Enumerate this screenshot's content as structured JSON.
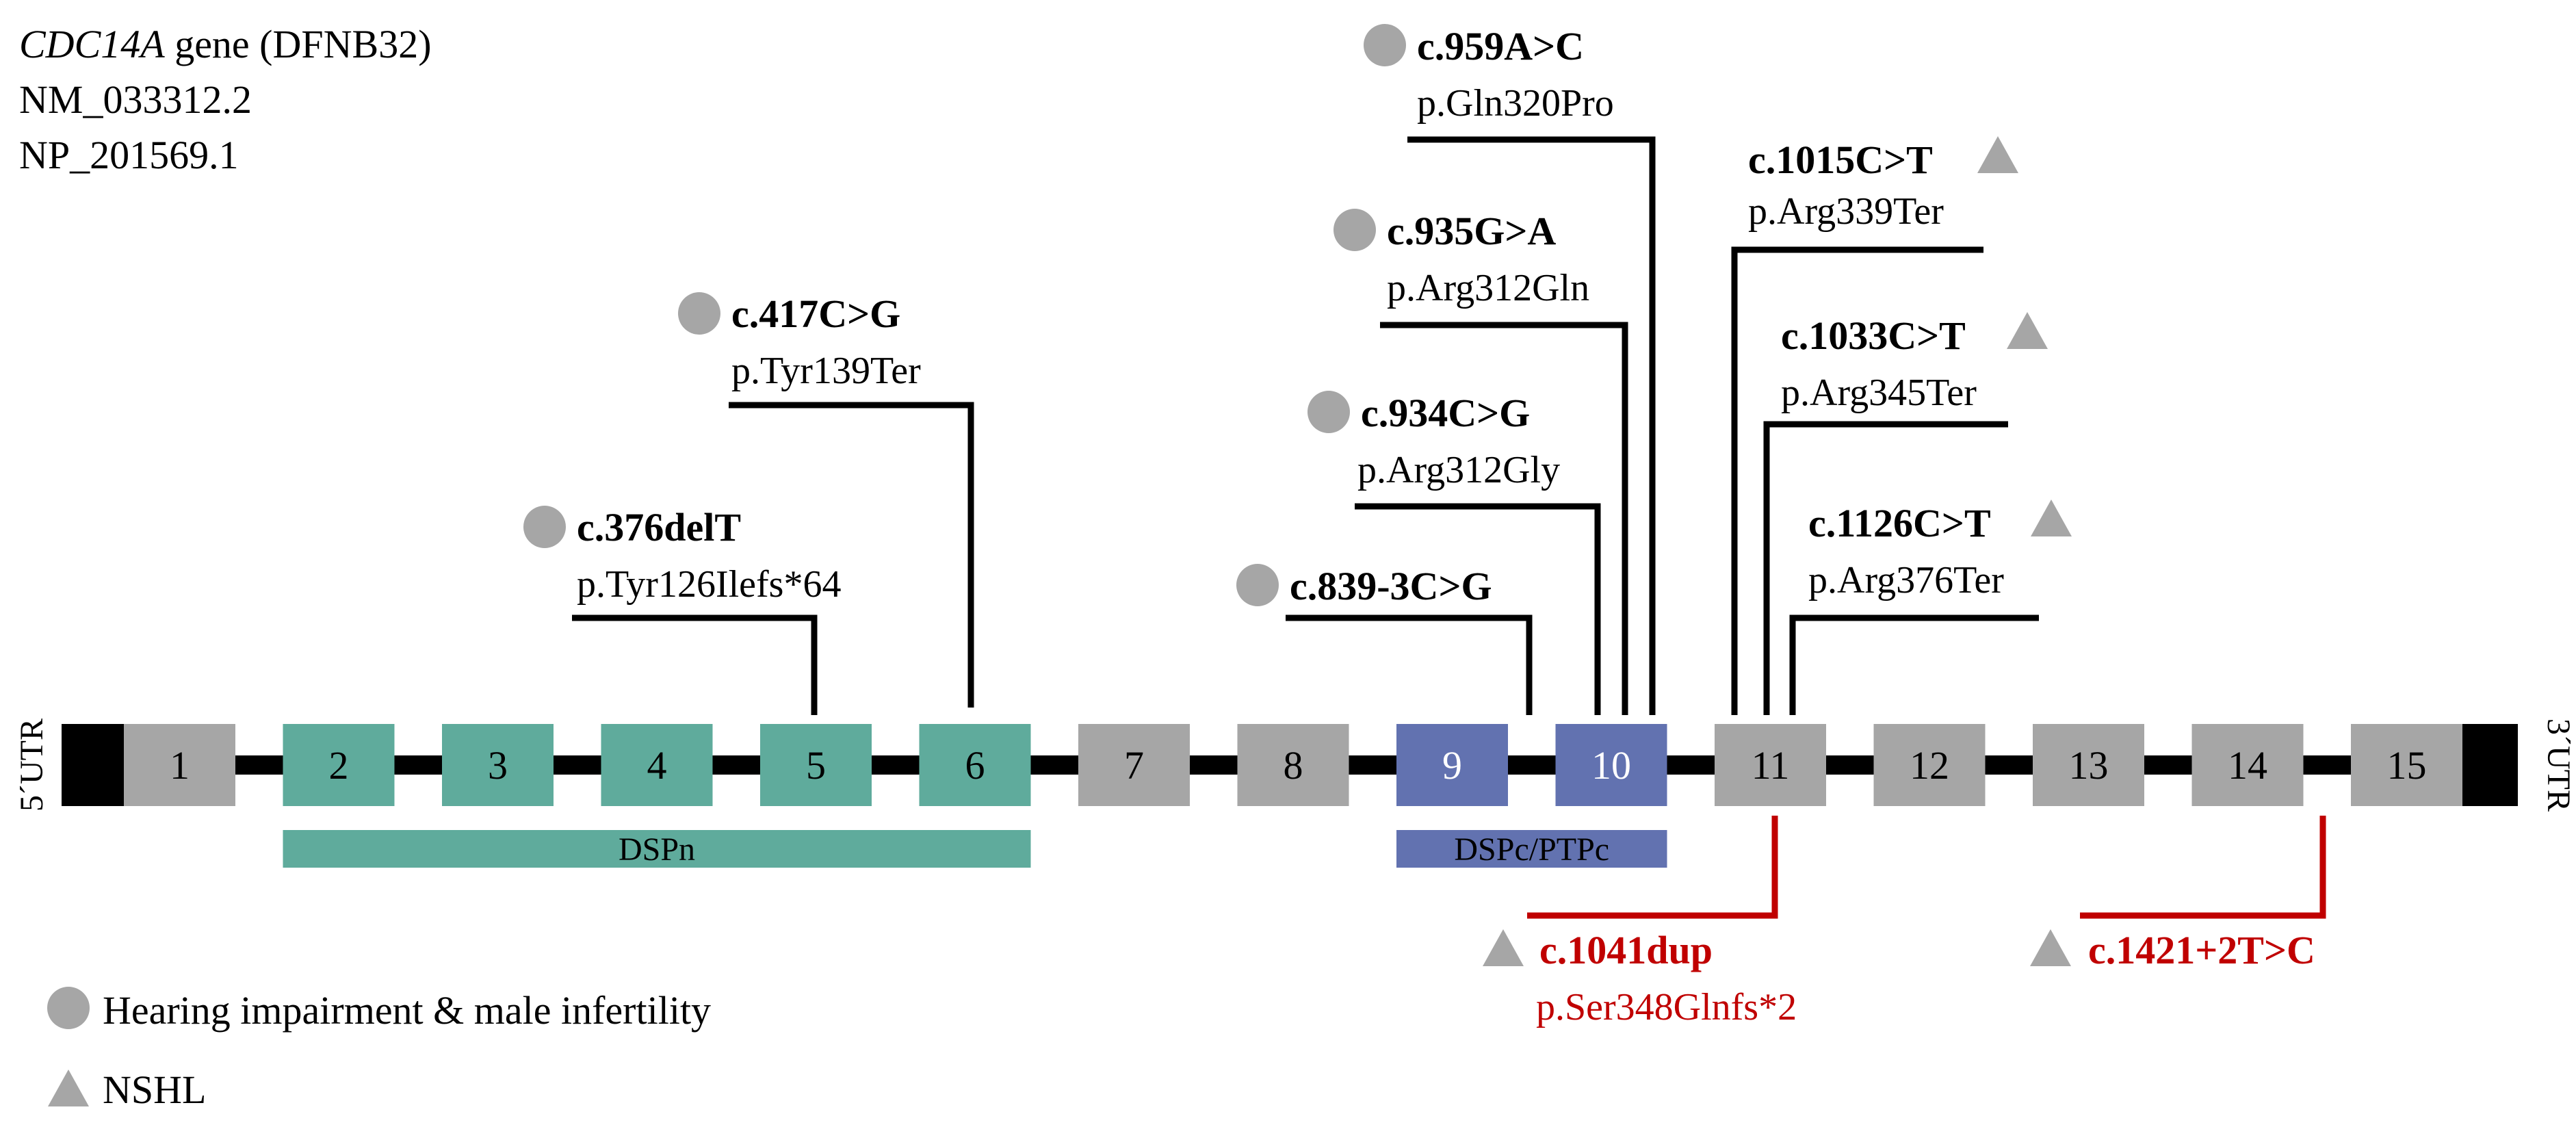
{
  "header": {
    "gene_symbol": "CDC14A",
    "gene_suffix": " gene (DFNB32)",
    "transcript": "NM_033312.2",
    "protein": "NP_201569.1"
  },
  "utr": {
    "left": "5´UTR",
    "right": "3´UTR"
  },
  "colors": {
    "exon_default": "#a6a6a6",
    "exon_dspn": "#5fab9c",
    "exon_dspc": "#6272b0",
    "utr_block": "#000000",
    "intron_line": "#000000",
    "variant_black": "#000000",
    "variant_red": "#c00000",
    "marker_gray": "#a6a6a6",
    "exon_text_light": "#ffffff",
    "exon_text_dark": "#000000"
  },
  "exons": [
    {
      "label": "1",
      "group": "default"
    },
    {
      "label": "2",
      "group": "dspn"
    },
    {
      "label": "3",
      "group": "dspn"
    },
    {
      "label": "4",
      "group": "dspn"
    },
    {
      "label": "5",
      "group": "dspn"
    },
    {
      "label": "6",
      "group": "dspn"
    },
    {
      "label": "7",
      "group": "default"
    },
    {
      "label": "8",
      "group": "default"
    },
    {
      "label": "9",
      "group": "dspc"
    },
    {
      "label": "10",
      "group": "dspc"
    },
    {
      "label": "11",
      "group": "default"
    },
    {
      "label": "12",
      "group": "default"
    },
    {
      "label": "13",
      "group": "default"
    },
    {
      "label": "14",
      "group": "default"
    },
    {
      "label": "15",
      "group": "default"
    }
  ],
  "domains": [
    {
      "label": "DSPn",
      "from_exon": "2",
      "to_exon": "6",
      "group": "dspn"
    },
    {
      "label": "DSPc/PTPc",
      "from_exon": "9",
      "to_exon": "10",
      "group": "dspc"
    }
  ],
  "variants": [
    {
      "cdna": "c.376delT",
      "protein": "p.Tyr126Ilefs*64",
      "marker": "circle",
      "exon": "5",
      "color": "black"
    },
    {
      "cdna": "c.417C>G",
      "protein": "p.Tyr139Ter",
      "marker": "circle",
      "exon": "6",
      "color": "black"
    },
    {
      "cdna": "c.839-3C>G",
      "protein": "",
      "marker": "circle",
      "exon": "9",
      "color": "black"
    },
    {
      "cdna": "c.934C>G",
      "protein": "p.Arg312Gly",
      "marker": "circle",
      "exon": "10",
      "color": "black"
    },
    {
      "cdna": "c.935G>A",
      "protein": "p.Arg312Gln",
      "marker": "circle",
      "exon": "10",
      "color": "black"
    },
    {
      "cdna": "c.959A>C",
      "protein": "p.Gln320Pro",
      "marker": "circle",
      "exon": "10",
      "color": "black"
    },
    {
      "cdna": "c.1015C>T",
      "protein": "p.Arg339Ter",
      "marker": "triangle",
      "exon": "11",
      "color": "black"
    },
    {
      "cdna": "c.1033C>T",
      "protein": "p.Arg345Ter",
      "marker": "triangle",
      "exon": "11",
      "color": "black"
    },
    {
      "cdna": "c.1126C>T",
      "protein": "p.Arg376Ter",
      "marker": "triangle",
      "exon": "11",
      "color": "black"
    },
    {
      "cdna": "c.1041dup",
      "protein": "p.Ser348Glnfs*2",
      "marker": "triangle",
      "exon": "11",
      "color": "red"
    },
    {
      "cdna": "c.1421+2T>C",
      "protein": "",
      "marker": "triangle",
      "exon": "14",
      "color": "red"
    }
  ],
  "legend": [
    {
      "marker": "circle",
      "label": "Hearing impairment & male infertility"
    },
    {
      "marker": "triangle",
      "label": "NSHL"
    }
  ]
}
